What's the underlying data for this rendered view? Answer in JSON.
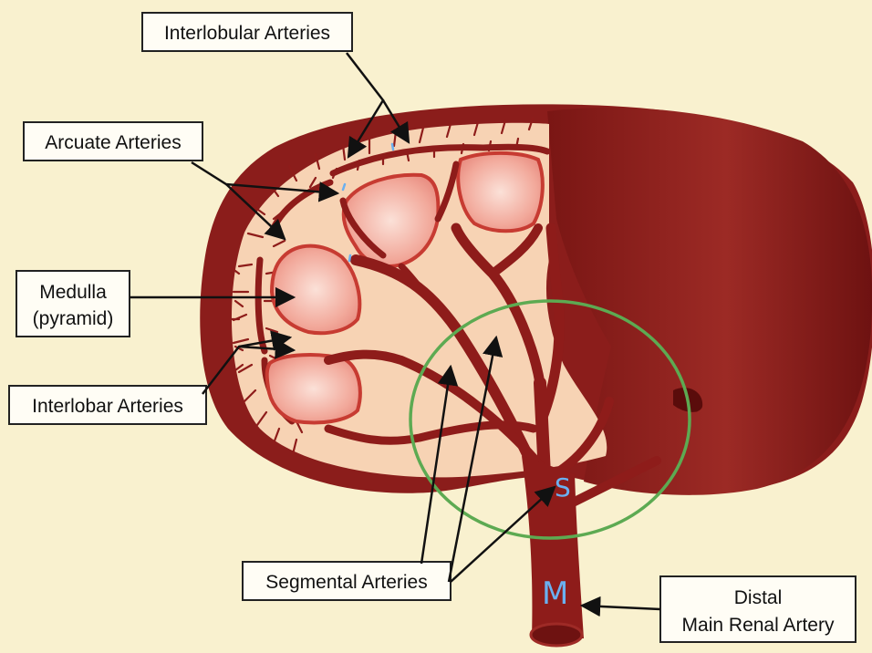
{
  "diagram": {
    "labels": {
      "interlobular": "Interlobular Arteries",
      "arcuate": "Arcuate Arteries",
      "medulla_line1": "Medulla",
      "medulla_line2": "(pyramid)",
      "interlobar": "Interlobar Arteries",
      "segmental": "Segmental Arteries",
      "distal_line1": "Distal",
      "distal_line2": "Main Renal Artery"
    },
    "annotations": {
      "s_mark": "S",
      "m_mark": "M",
      "circle_color": "#5daa52"
    },
    "colors": {
      "background": "#f9f1cf",
      "kidney_dark": "#8b1d1b",
      "kidney_shadow": "#6e1211",
      "cortex": "#f7d3b4",
      "pyramid_fill": "#f1a397",
      "artery": "#8e1c1a",
      "handwriting": "#6ab0f0"
    }
  }
}
